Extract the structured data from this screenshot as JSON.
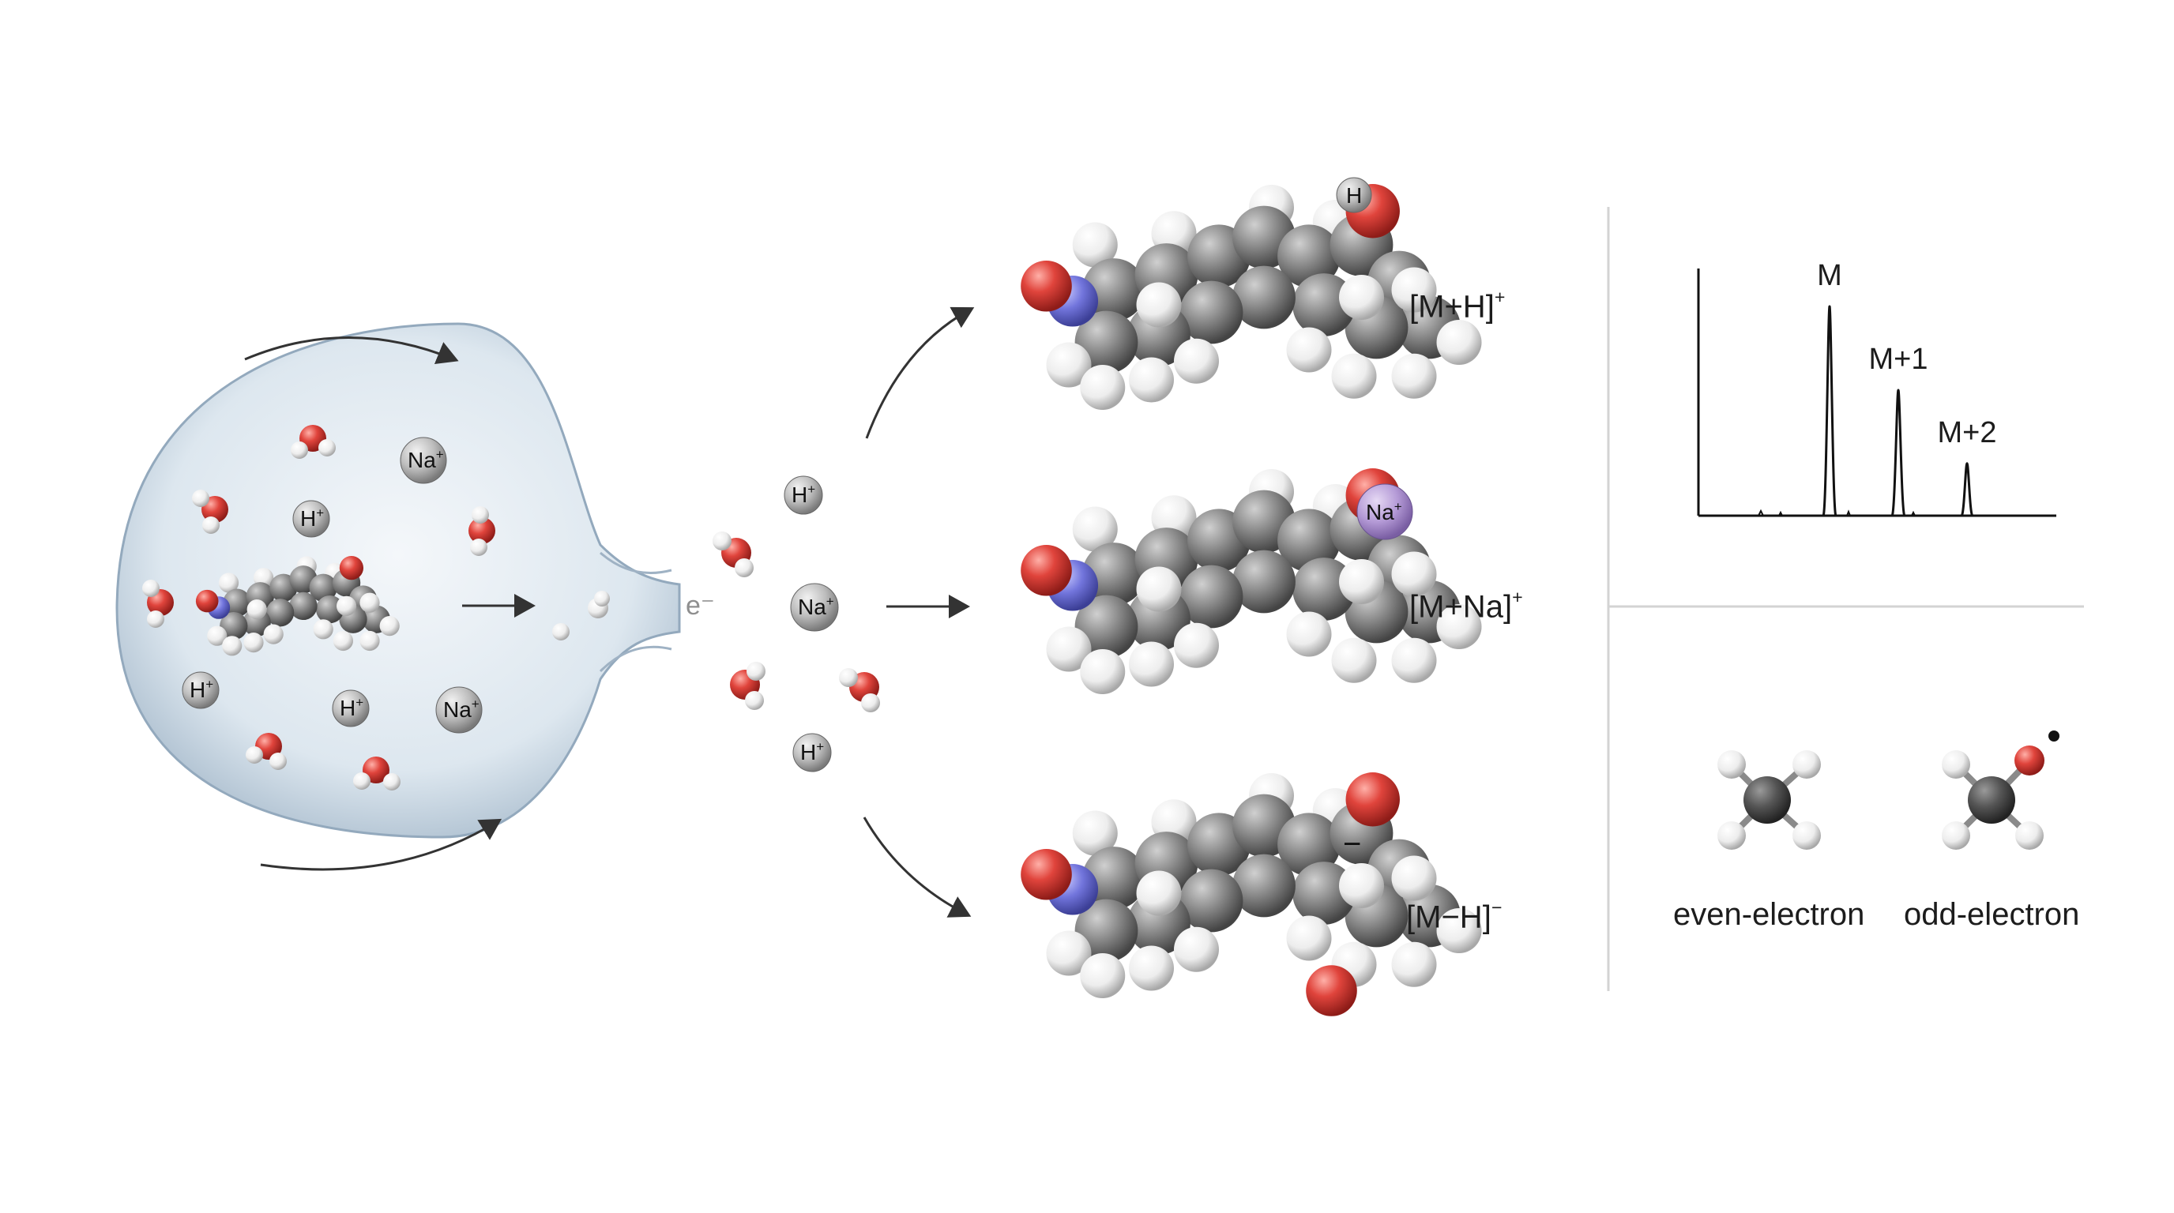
{
  "droplet": {
    "ions": [
      "Na+",
      "H+",
      "H+",
      "H+",
      "Na+"
    ],
    "evaporation_symbol": "e⁻"
  },
  "gas_phase": {
    "ions": [
      "H+",
      "Na+",
      "H+"
    ]
  },
  "adducts": [
    {
      "formula": "M+H",
      "charge": "+",
      "attached_ion": "H"
    },
    {
      "formula": "M+Na",
      "charge": "+",
      "attached_ion": "Na+"
    },
    {
      "formula": "M−H",
      "charge": "−",
      "charge_marker": "−"
    }
  ],
  "spectrum": {
    "peaks": [
      {
        "label": "M",
        "relative_intensity": 1.0
      },
      {
        "label": "M+1",
        "relative_intensity": 0.6
      },
      {
        "label": "M+2",
        "relative_intensity": 0.25
      }
    ]
  },
  "electron_types": {
    "even_label": "even-electron",
    "odd_label": "odd-electron"
  },
  "colors": {
    "oxygen": "#d8403c",
    "nitrogen": "#6f72d8",
    "carbon": "#6a6a6a",
    "hydrogen": "#f4f4f4",
    "sodium_highlight": "#b49ad6",
    "droplet": "#cfdde9"
  }
}
